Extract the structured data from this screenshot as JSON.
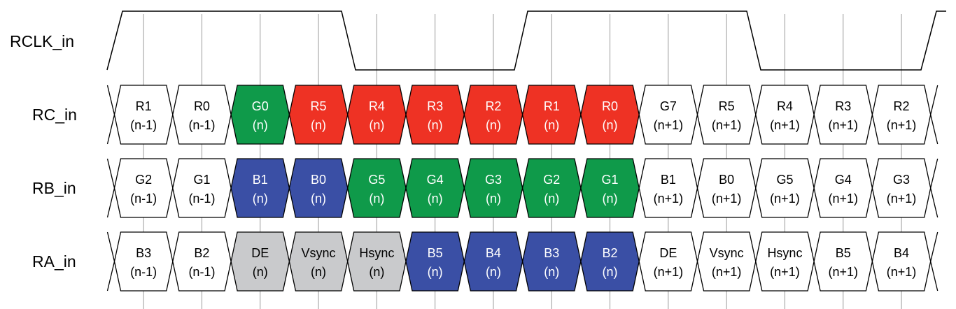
{
  "colors": {
    "white": "#ffffff",
    "green": "#0f9a4a",
    "red": "#ee3224",
    "blue": "#3a4fa5",
    "gray": "#c9cacc",
    "line": "#000000",
    "guide": "#9a9a9a"
  },
  "clock": {
    "label": "RCLK_in",
    "levels": [
      0,
      1,
      1,
      1,
      1,
      0,
      0,
      0,
      1,
      1,
      1,
      1,
      0,
      0,
      0,
      1
    ]
  },
  "signals": [
    {
      "label": "RC_in",
      "cells": [
        {
          "top": "R1",
          "bottom": "(n-1)",
          "color": "white"
        },
        {
          "top": "R0",
          "bottom": "(n-1)",
          "color": "white"
        },
        {
          "top": "G0",
          "bottom": "(n)",
          "color": "green"
        },
        {
          "top": "R5",
          "bottom": "(n)",
          "color": "red"
        },
        {
          "top": "R4",
          "bottom": "(n)",
          "color": "red"
        },
        {
          "top": "R3",
          "bottom": "(n)",
          "color": "red"
        },
        {
          "top": "R2",
          "bottom": "(n)",
          "color": "red"
        },
        {
          "top": "R1",
          "bottom": "(n)",
          "color": "red"
        },
        {
          "top": "R0",
          "bottom": "(n)",
          "color": "red"
        },
        {
          "top": "G7",
          "bottom": "(n+1)",
          "color": "white"
        },
        {
          "top": "R5",
          "bottom": "(n+1)",
          "color": "white"
        },
        {
          "top": "R4",
          "bottom": "(n+1)",
          "color": "white"
        },
        {
          "top": "R3",
          "bottom": "(n+1)",
          "color": "white"
        },
        {
          "top": "R2",
          "bottom": "(n+1)",
          "color": "white"
        }
      ]
    },
    {
      "label": "RB_in",
      "cells": [
        {
          "top": "G2",
          "bottom": "(n-1)",
          "color": "white"
        },
        {
          "top": "G1",
          "bottom": "(n-1)",
          "color": "white"
        },
        {
          "top": "B1",
          "bottom": "(n)",
          "color": "blue"
        },
        {
          "top": "B0",
          "bottom": "(n)",
          "color": "blue"
        },
        {
          "top": "G5",
          "bottom": "(n)",
          "color": "green"
        },
        {
          "top": "G4",
          "bottom": "(n)",
          "color": "green"
        },
        {
          "top": "G3",
          "bottom": "(n)",
          "color": "green"
        },
        {
          "top": "G2",
          "bottom": "(n)",
          "color": "green"
        },
        {
          "top": "G1",
          "bottom": "(n)",
          "color": "green"
        },
        {
          "top": "B1",
          "bottom": "(n+1)",
          "color": "white"
        },
        {
          "top": "B0",
          "bottom": "(n+1)",
          "color": "white"
        },
        {
          "top": "G5",
          "bottom": "(n+1)",
          "color": "white"
        },
        {
          "top": "G4",
          "bottom": "(n+1)",
          "color": "white"
        },
        {
          "top": "G3",
          "bottom": "(n+1)",
          "color": "white"
        }
      ]
    },
    {
      "label": "RA_in",
      "cells": [
        {
          "top": "B3",
          "bottom": "(n-1)",
          "color": "white"
        },
        {
          "top": "B2",
          "bottom": "(n-1)",
          "color": "white"
        },
        {
          "top": "DE",
          "bottom": "(n)",
          "color": "gray"
        },
        {
          "top": "Vsync",
          "bottom": "(n)",
          "color": "gray"
        },
        {
          "top": "Hsync",
          "bottom": "(n)",
          "color": "gray"
        },
        {
          "top": "B5",
          "bottom": "(n)",
          "color": "blue"
        },
        {
          "top": "B4",
          "bottom": "(n)",
          "color": "blue"
        },
        {
          "top": "B3",
          "bottom": "(n)",
          "color": "blue"
        },
        {
          "top": "B2",
          "bottom": "(n)",
          "color": "blue"
        },
        {
          "top": "DE",
          "bottom": "(n+1)",
          "color": "white"
        },
        {
          "top": "Vsync",
          "bottom": "(n+1)",
          "color": "white"
        },
        {
          "top": "Hsync",
          "bottom": "(n+1)",
          "color": "white"
        },
        {
          "top": "B5",
          "bottom": "(n+1)",
          "color": "white"
        },
        {
          "top": "B4",
          "bottom": "(n+1)",
          "color": "white"
        }
      ]
    }
  ]
}
